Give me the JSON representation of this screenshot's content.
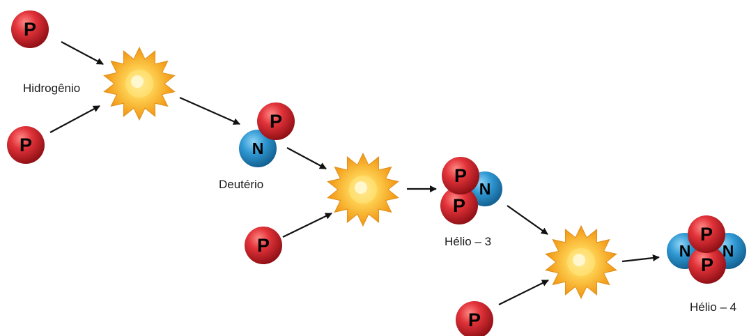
{
  "labels": {
    "hydrogen": "Hidrogênio",
    "deuterium": "Deutério",
    "helium3": "Hélio – 3",
    "helium4": "Hélio – 4"
  },
  "particles": {
    "proton_letter": "P",
    "neutron_letter": "N"
  },
  "colors": {
    "proton": "#d42a2e",
    "neutron": "#2c93cf",
    "burst": "#f7b52a",
    "arrow": "#111111"
  }
}
